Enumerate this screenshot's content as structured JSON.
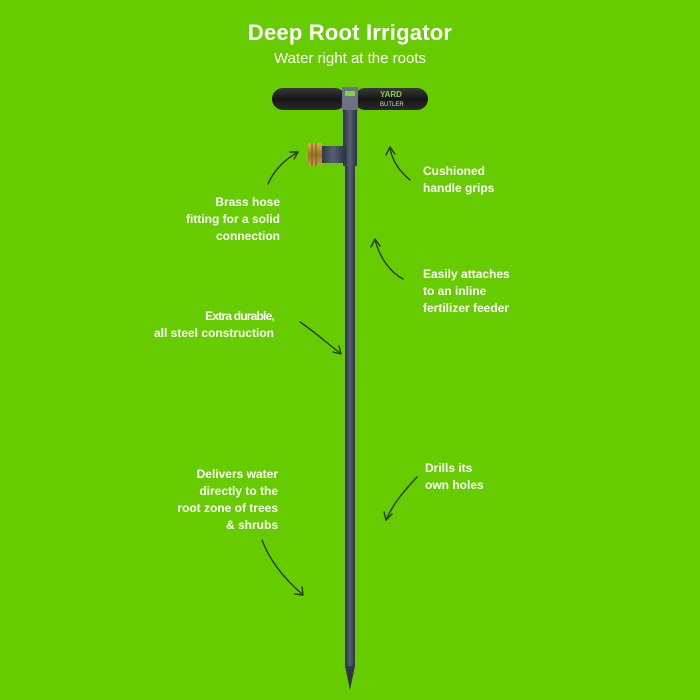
{
  "header": {
    "title": "Deep Root Irrigator",
    "subtitle": "Water right at the roots"
  },
  "brand": {
    "logo_top": "YARD",
    "logo_bottom": "BUTLER"
  },
  "callouts": {
    "brass_hose": [
      "Brass hose",
      "fitting for a solid",
      "connection"
    ],
    "cushioned": [
      "Cushioned",
      "handle grips"
    ],
    "attaches": [
      "Easily attaches",
      "to an inline",
      "fertilizer feeder"
    ],
    "durable": [
      "Extra durable,",
      "all steel construction"
    ],
    "delivers": [
      "Delivers water",
      "directly to the",
      "root zone of trees",
      "& shrubs"
    ],
    "drills": [
      "Drills its",
      "own holes"
    ]
  },
  "colors": {
    "background": "#66cc00",
    "text": "#ffffff",
    "shaft": "#3a4252",
    "grip": "#1c1c1c",
    "brass": "#b8923a",
    "arrow": "#2a3a1a"
  }
}
